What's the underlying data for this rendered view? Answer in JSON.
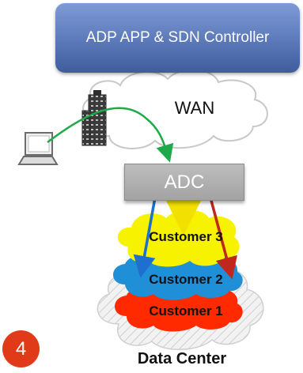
{
  "controller": {
    "label": "ADP APP & SDN Controller"
  },
  "wan": {
    "label": "WAN"
  },
  "adc": {
    "label": "ADC"
  },
  "customers": [
    {
      "label": "Customer 3",
      "color": "#f6f200"
    },
    {
      "label": "Customer 2",
      "color": "#1f8fd8"
    },
    {
      "label": "Customer 1",
      "color": "#ff2a00"
    }
  ],
  "step": {
    "number": "4",
    "color": "#e03a18"
  },
  "datacenter": {
    "label": "Data Center"
  },
  "colors": {
    "traffic_arrow": "#1faa4a",
    "path_blue": "#1f6fd0",
    "path_yellow": "#f2e000",
    "path_red": "#c0281c"
  },
  "icons": [
    "building-icon",
    "laptop-icon",
    "cloud-icon"
  ]
}
